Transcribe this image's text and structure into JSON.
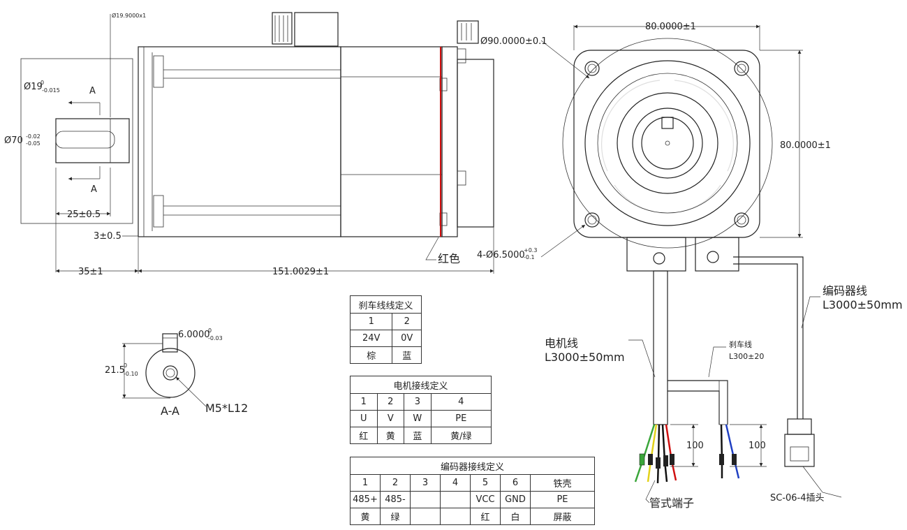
{
  "side_view": {
    "shaft_dia_label": "Ø19.9000x1",
    "tol_19": "Ø19",
    "tol_19_sup": "0",
    "tol_19_sub": "-0.015",
    "tol_70": "Ø70",
    "tol_70_sup": "-0.02",
    "tol_70_sub": "-0.05",
    "section_mark": "A",
    "dim_25": "25±0.5",
    "dim_3": "3±0.5",
    "dim_35": "35±1",
    "dim_151": "151.0029±1",
    "red_label": "红色"
  },
  "front_view": {
    "dim_80_top": "80.0000±1",
    "dim_80_right": "80.0000±1",
    "dim_90": "Ø90.0000±0.1",
    "hole_label": "4-Ø6.5000",
    "hole_sup": "+0.3",
    "hole_sub": "-0.1"
  },
  "section_view": {
    "dim_6": "6.0000",
    "dim_6_sup": "0",
    "dim_6_sub": "-0.03",
    "dim_215": "21.5",
    "dim_215_sup": "0",
    "dim_215_sub": "-0.10",
    "thread": "M5*L12",
    "title": "A-A"
  },
  "cables": {
    "motor_line": "电机线",
    "motor_len": "L3000±50mm",
    "brake_line": "刹车线",
    "brake_len": "L300±20",
    "encoder_line": "编码器线",
    "encoder_len": "L3000±50mm",
    "dim_100_a": "100",
    "dim_100_b": "100",
    "terminal": "管式端子",
    "plug": "SC-06-4插头"
  },
  "tables": {
    "brake": {
      "title": "刹车线线定义",
      "rows": [
        [
          "1",
          "2"
        ],
        [
          "24V",
          "0V"
        ],
        [
          "棕",
          "蓝"
        ]
      ]
    },
    "motor": {
      "title": "电机接线定义",
      "rows": [
        [
          "1",
          "2",
          "3",
          "4"
        ],
        [
          "U",
          "V",
          "W",
          "PE"
        ],
        [
          "红",
          "黄",
          "蓝",
          "黄/绿"
        ]
      ]
    },
    "encoder": {
      "title": "编码器接线定义",
      "rows": [
        [
          "1",
          "2",
          "3",
          "4",
          "5",
          "6",
          "铁壳"
        ],
        [
          "485+",
          "485-",
          "",
          "",
          "VCC",
          "GND",
          "PE"
        ],
        [
          "黄",
          "绿",
          "",
          "",
          "红",
          "白",
          "屏蔽"
        ]
      ]
    }
  },
  "colors": {
    "line": "#222222",
    "red_mark": "#d01010",
    "wire_green": "#3aa63a",
    "wire_yellow": "#e3d21a",
    "wire_red": "#d01010",
    "wire_blue": "#1f3fc2",
    "wire_black": "#111111"
  }
}
